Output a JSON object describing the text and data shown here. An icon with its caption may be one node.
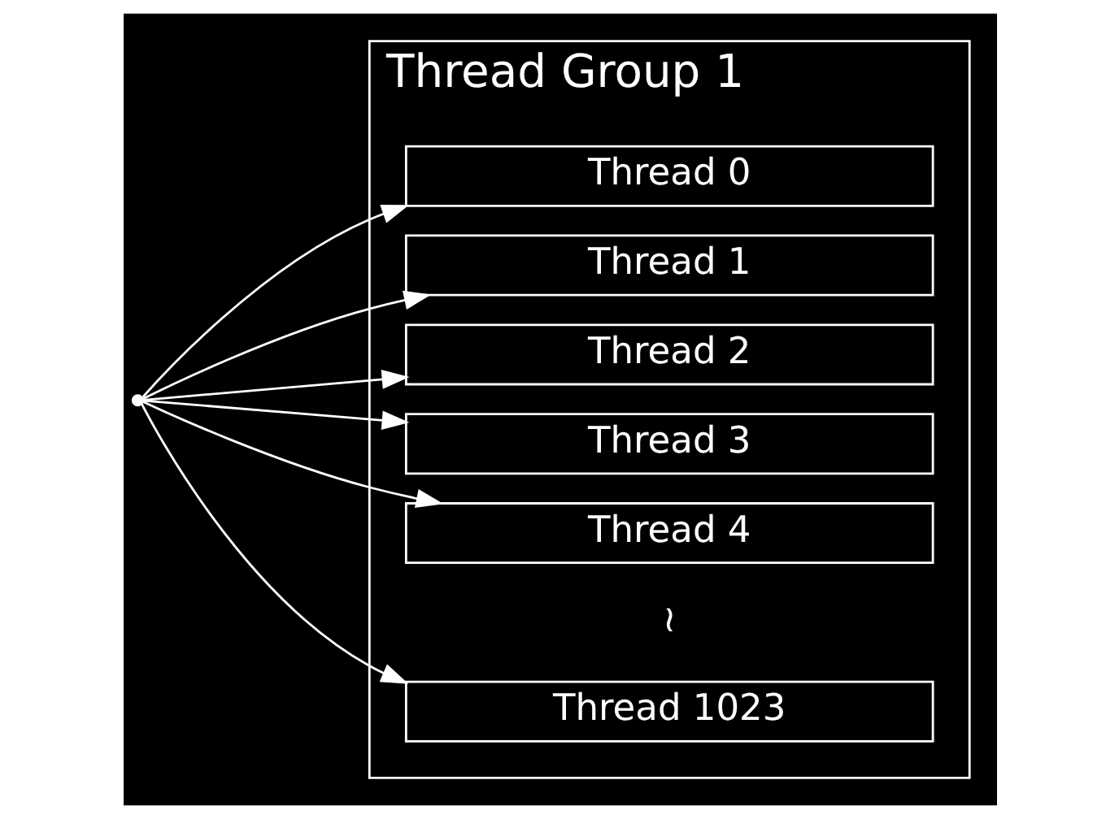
{
  "diagram": {
    "nodes": [
      {
        "text": [],
        "shape": "point"
      },
      {
        "text": [
          "Thread Group 1"
        ]
      },
      {
        "text": [
          "Thread 0"
        ],
        "in": 1
      },
      {
        "text": [
          "Thread 1"
        ],
        "in": 1
      },
      {
        "text": [
          "Thread 2"
        ],
        "in": 1
      },
      {
        "text": [
          "Thread 3"
        ],
        "in": 1
      },
      {
        "text": [
          "Thread 4"
        ],
        "in": 1
      },
      {
        "text": [
          "Thread 1023"
        ],
        "in": 1
      }
    ],
    "edges": [
      {
        "from": 0,
        "to": 2,
        "arrow": "to"
      },
      {
        "from": 0,
        "to": 3,
        "arrow": "to"
      },
      {
        "from": 0,
        "to": 4,
        "arrow": "to"
      },
      {
        "from": 0,
        "to": 5,
        "arrow": "to"
      },
      {
        "from": 0,
        "to": 6,
        "arrow": "to"
      },
      {
        "from": 0,
        "to": 7,
        "arrow": "to"
      }
    ],
    "labels": [
      "≀"
    ]
  }
}
